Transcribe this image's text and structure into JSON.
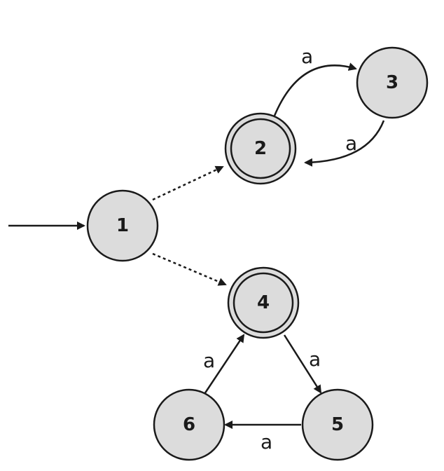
{
  "states": [
    {
      "id": "1",
      "label": "1",
      "accepting": false,
      "start": true
    },
    {
      "id": "2",
      "label": "2",
      "accepting": true,
      "start": false
    },
    {
      "id": "3",
      "label": "3",
      "accepting": false,
      "start": false
    },
    {
      "id": "4",
      "label": "4",
      "accepting": true,
      "start": false
    },
    {
      "id": "5",
      "label": "5",
      "accepting": false,
      "start": false
    },
    {
      "id": "6",
      "label": "6",
      "accepting": false,
      "start": false
    }
  ],
  "transitions": [
    {
      "from": "1",
      "to": "2",
      "label": "",
      "style": "dotted"
    },
    {
      "from": "1",
      "to": "4",
      "label": "",
      "style": "dotted"
    },
    {
      "from": "2",
      "to": "3",
      "label": "a",
      "style": "solid"
    },
    {
      "from": "3",
      "to": "2",
      "label": "a",
      "style": "solid"
    },
    {
      "from": "4",
      "to": "5",
      "label": "a",
      "style": "solid"
    },
    {
      "from": "5",
      "to": "6",
      "label": "a",
      "style": "solid"
    },
    {
      "from": "6",
      "to": "4",
      "label": "a",
      "style": "solid"
    }
  ],
  "labels": {
    "state_1": "1",
    "state_2": "2",
    "state_3": "3",
    "state_4": "4",
    "state_5": "5",
    "state_6": "6",
    "edge_2_3": "a",
    "edge_3_2": "a",
    "edge_4_5": "a",
    "edge_5_6": "a",
    "edge_6_4": "a"
  }
}
